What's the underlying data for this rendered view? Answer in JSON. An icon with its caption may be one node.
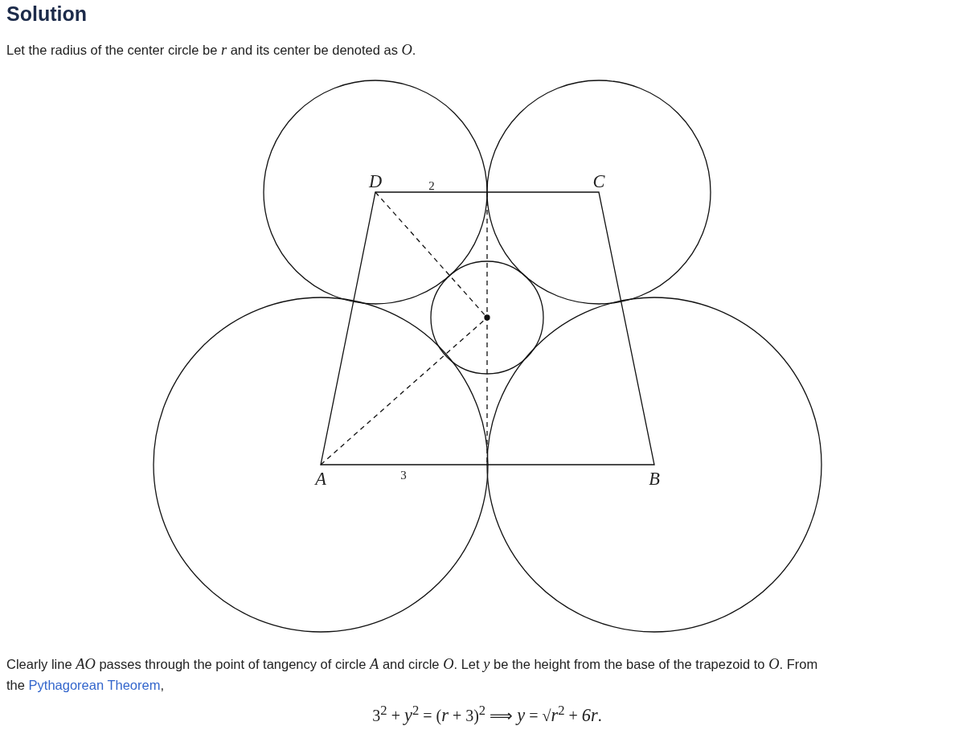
{
  "diagram": {
    "title": "Solution",
    "labels": [
      "Let the radius of the center circle be *r* and its center be denoted as *O*.",
      "*D*",
      "2",
      "*C*",
      "*A*",
      "3",
      "*B*",
      "Clearly line *AO* passes through the point of tangency of circle *A* and circle *O*. Let *y* be the height from the base of the trapezoid to *O*. From the",
      "Pythagorean Theorem",
      ",",
      "3$^{2}$ + *y*$^{2}$ = (*r* + 3)$^{2}$ ⟹ *y* = √*r*$^{2}$ + *6r*."
    ]
  }
}
